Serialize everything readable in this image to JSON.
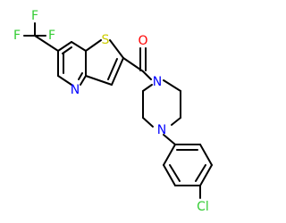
{
  "molecule": {
    "atoms": {
      "f_top": "F",
      "f_left": "F",
      "f_right": "F",
      "thiophene_s": "S",
      "carbonyl_o": "O",
      "pyridine_n": "N",
      "piperazine_n_top": "N",
      "piperazine_n_bottom": "N",
      "chlorine": "Cl"
    },
    "colors": {
      "bond": "#000000",
      "fluorine": "#33cc33",
      "sulfur": "#cccc00",
      "oxygen": "#ff0000",
      "nitrogen": "#0000ff",
      "chlorine": "#33cc33",
      "background": "#ffffff"
    }
  }
}
